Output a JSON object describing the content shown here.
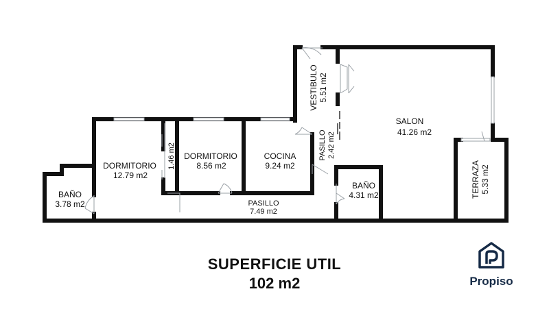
{
  "rooms": {
    "vestibulo": {
      "name": "VESTIBULO",
      "area": "5.51 m2"
    },
    "salon": {
      "name": "SALON",
      "area": "41.26 m2"
    },
    "dormitorio_1": {
      "name": "DORMITORIO",
      "area": "12.79 m2"
    },
    "closet": {
      "area": "1.46 m2"
    },
    "dormitorio_2": {
      "name": "DORMITORIO",
      "area": "8.56 m2"
    },
    "cocina": {
      "name": "COCINA",
      "area": "9.24 m2"
    },
    "pasillo_1": {
      "name": "PASILLO",
      "area": "2.42 m2"
    },
    "terraza": {
      "name": "TERRAZA",
      "area": "5.33 m2"
    },
    "bano_1": {
      "name": "BAÑO",
      "area": "3.78 m2"
    },
    "bano_2": {
      "name": "BAÑO",
      "area": "4.31 m2"
    },
    "pasillo_2": {
      "name": "PASILLO",
      "area": "7.49 m2"
    }
  },
  "summary": {
    "line1": "SUPERFICIE UTIL",
    "line2": "102 m2"
  },
  "brand": {
    "name": "Propiso",
    "icon": "house-logo-icon",
    "color": "#152a46"
  },
  "colors": {
    "wall": "#111111",
    "window": "#9aa0a6"
  }
}
